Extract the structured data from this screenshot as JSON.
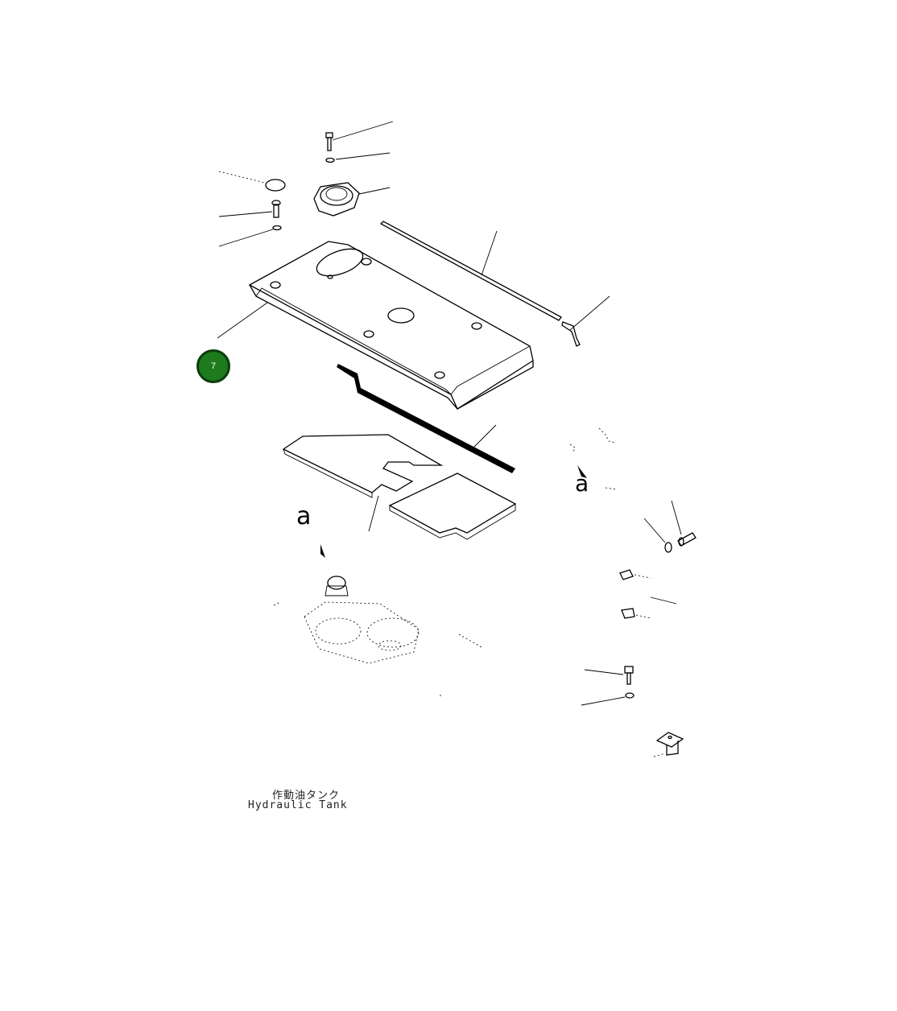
{
  "callout": {
    "number": "7",
    "color": "#1d7a1d"
  },
  "view_labels": {
    "left": "a",
    "right": "a"
  },
  "caption": {
    "japanese": "作動油タンク",
    "english": "Hydraulic Tank"
  },
  "drawing_code": "",
  "icons": {
    "callout_marker": "green-circle-callout"
  }
}
